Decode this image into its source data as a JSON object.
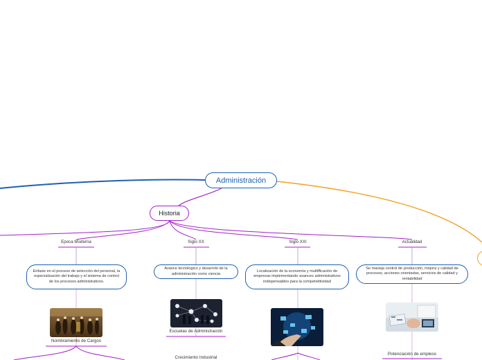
{
  "root": {
    "label": "Administración"
  },
  "history": {
    "label": "Historia"
  },
  "periods": [
    {
      "title": "Epoca Moderna",
      "description": "Enfasis en el proceso de selección del personal, la especialización del trabajo y el sistema de control de los procesos administrativos.",
      "caption": "Nombramiento de Cargos",
      "image": "historical-court-painting"
    },
    {
      "title": "Siglo XX",
      "description": "Avance tecnologico y desarrolo de la administración como ciencia",
      "caption": "Escuelas de Administración",
      "image": "business-network-diagram"
    },
    {
      "title": "Siglo XXI",
      "description": "Localización de la economía y multifficación de empresas implementando avances administrativos indispensables para la competetitividad",
      "caption": "",
      "image": "digital-technology-hand"
    },
    {
      "title": "Actualidad",
      "description": "Se maneja control de producción, mejora y calidad de procesos, acciones orientadas, servicios de calidad y rentabilidad",
      "caption": "Potenciación de empleos",
      "image": "office-desk-laptop"
    }
  ],
  "extra_caption": "Crecimiento Industrial",
  "colors": {
    "root": "#1f5fb0",
    "history": "#a21fc6",
    "orange": "#f0a020"
  }
}
